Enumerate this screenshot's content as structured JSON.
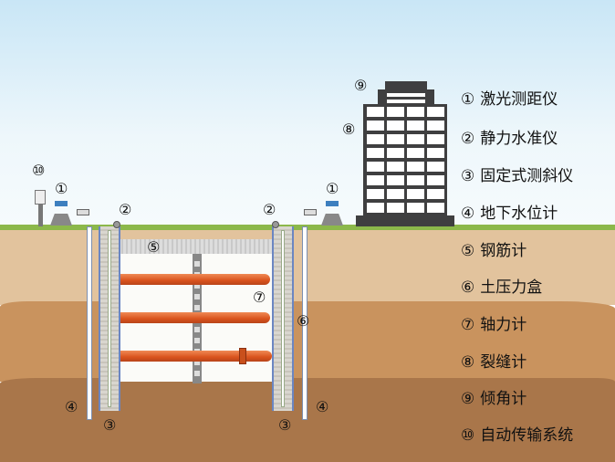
{
  "legend": [
    {
      "num": "①",
      "label": "激光测距仪"
    },
    {
      "num": "②",
      "label": "静力水准仪"
    },
    {
      "num": "③",
      "label": "固定式测斜仪"
    },
    {
      "num": "④",
      "label": "地下水位计"
    },
    {
      "num": "⑤",
      "label": "钢筋计"
    },
    {
      "num": "⑥",
      "label": "土压力盒"
    },
    {
      "num": "⑦",
      "label": "轴力计"
    },
    {
      "num": "⑧",
      "label": "裂缝计"
    },
    {
      "num": "⑨",
      "label": "倾角计"
    },
    {
      "num": "⑩",
      "label": "自动传输系统"
    }
  ],
  "markers": {
    "m10": "⑩",
    "m1a": "①",
    "m1b": "①",
    "m2a": "②",
    "m2b": "②",
    "m5": "⑤",
    "m7": "⑦",
    "m6": "⑥",
    "m4a": "④",
    "m4b": "④",
    "m3a": "③",
    "m3b": "③",
    "m9": "⑨",
    "m8": "⑧"
  },
  "colors": {
    "strut": "#d9531d",
    "grass": "#8cb84a",
    "building": "#3f3f40"
  }
}
